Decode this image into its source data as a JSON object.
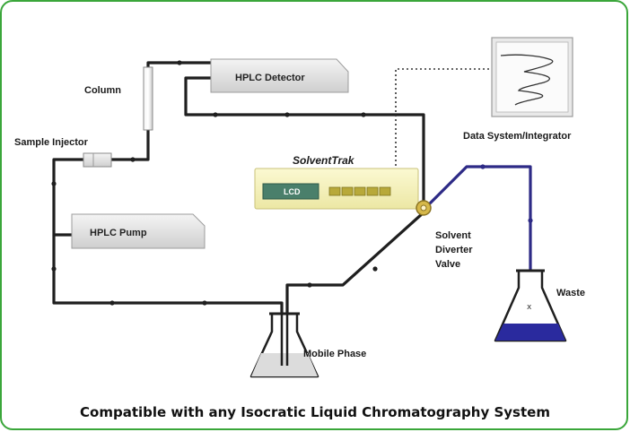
{
  "labels": {
    "hplc_detector": "HPLC Detector",
    "column": "Column",
    "sample_injector": "Sample Injector",
    "hplc_pump": "HPLC Pump",
    "solventtrak": "SolventTrak",
    "lcd": "LCD",
    "data_system": "Data System/Integrator",
    "diverter_line1": "Solvent",
    "diverter_line2": "Diverter",
    "diverter_line3": "Valve",
    "waste": "Waste",
    "mobile_phase": "Mobile Phase"
  },
  "caption": "Compatible with any Isocratic Liquid Chromatography System",
  "colors": {
    "frame": "#3aa63a",
    "tubing": "#1f1f1f",
    "waste_line": "#2d2a86",
    "waste_liquid": "#2a2a9e",
    "solventtrak_body": "#f5f2b8",
    "lcd": "#4a7f6b",
    "valve": "#d6b84a"
  },
  "icons": {
    "waste_flask": "erlenmeyer-flask-icon",
    "mobile_phase_flask": "erlenmeyer-flask-icon",
    "data_system": "chromatogram-screen-icon"
  }
}
